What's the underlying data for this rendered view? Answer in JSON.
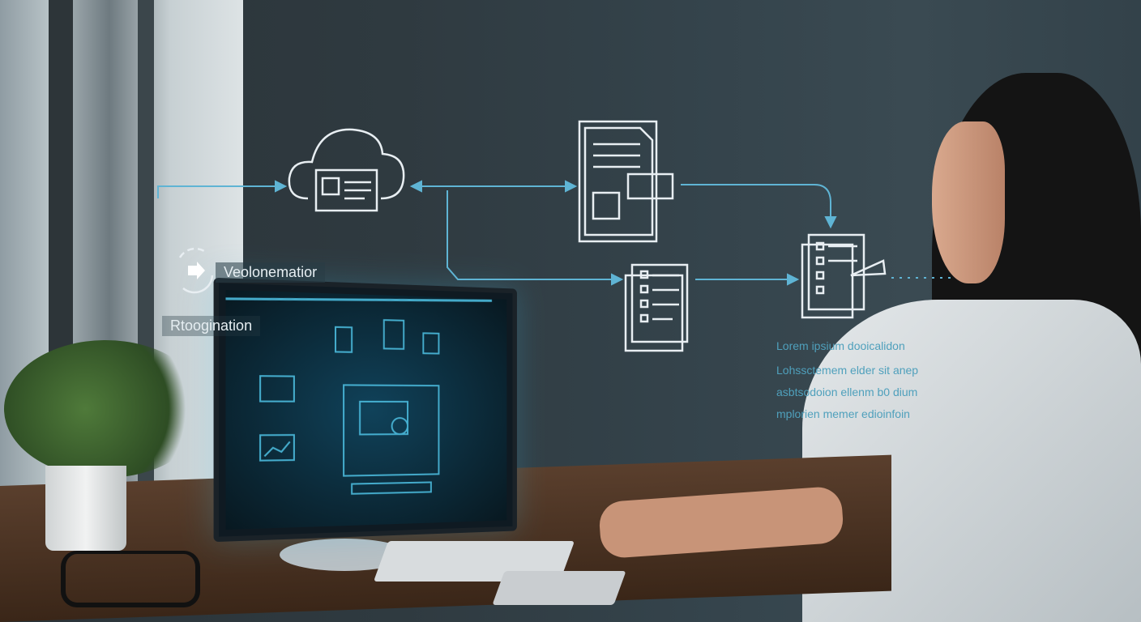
{
  "overlay_labels": {
    "label_1": "Veolonematior",
    "label_2": "Rtoogination"
  },
  "caption": {
    "lines": [
      "Lorem ipsium dooicalidon",
      "Lohssctemem elder sit anep",
      "asbtsodoion  ellenm b0 dium",
      "mplorien memer edioinfoin"
    ]
  },
  "colors": {
    "accent": "#5fb4d4",
    "line": "#e8eef2",
    "caption": "#4fa0bc"
  },
  "icons": [
    "cloud-document-icon",
    "document-icon",
    "checklist-icon",
    "checklist-approval-icon",
    "arrow-right-icon"
  ]
}
